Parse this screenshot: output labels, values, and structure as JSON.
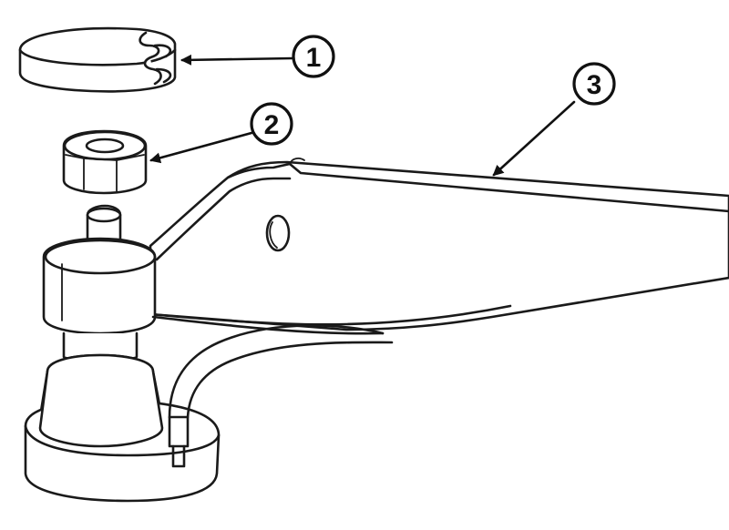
{
  "callouts": [
    {
      "number": "1"
    },
    {
      "number": "2"
    },
    {
      "number": "3"
    }
  ],
  "colors": {
    "ink": "#1a1a1a",
    "background": "#ffffff"
  }
}
